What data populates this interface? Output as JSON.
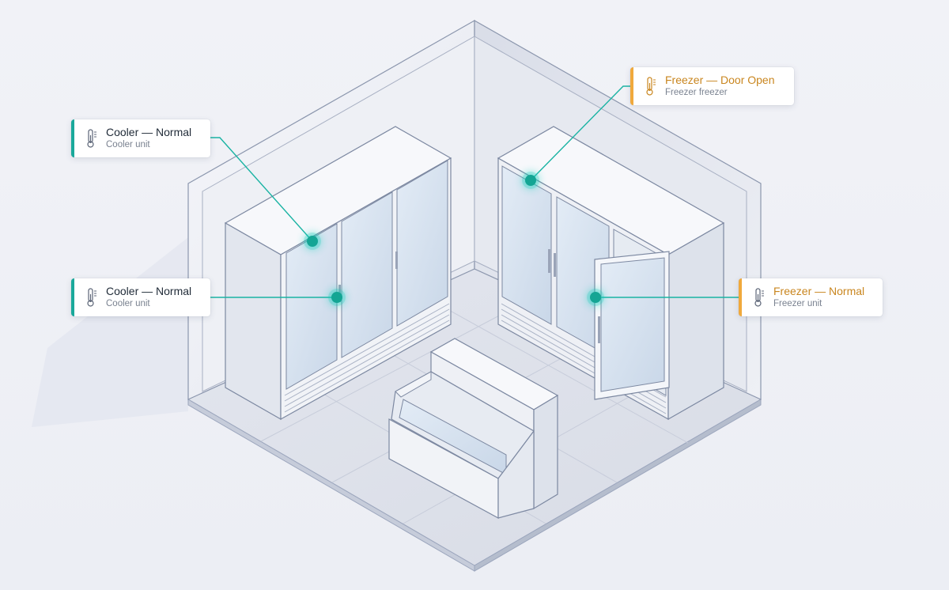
{
  "colors": {
    "normal_accent": "#1aa99b",
    "alert_accent": "#f0a93c",
    "hotspot": "#14a594",
    "leader_line": "#1ab3a3"
  },
  "labels": [
    {
      "id": "cooler-top",
      "title": "Cooler — Normal",
      "subtitle": "Cooler unit",
      "status": "normal",
      "icon": "thermometer-icon"
    },
    {
      "id": "cooler-bottom",
      "title": "Cooler — Normal",
      "subtitle": "Cooler unit",
      "status": "normal",
      "icon": "thermometer-icon"
    },
    {
      "id": "freezer-top",
      "title": "Freezer — Door Open",
      "subtitle": "Freezer freezer",
      "status": "alert",
      "icon": "thermometer-icon"
    },
    {
      "id": "freezer-bottom",
      "title": "Freezer — Normal",
      "subtitle": "Freezer unit",
      "status": "normal",
      "icon": "thermometer-icon"
    }
  ]
}
